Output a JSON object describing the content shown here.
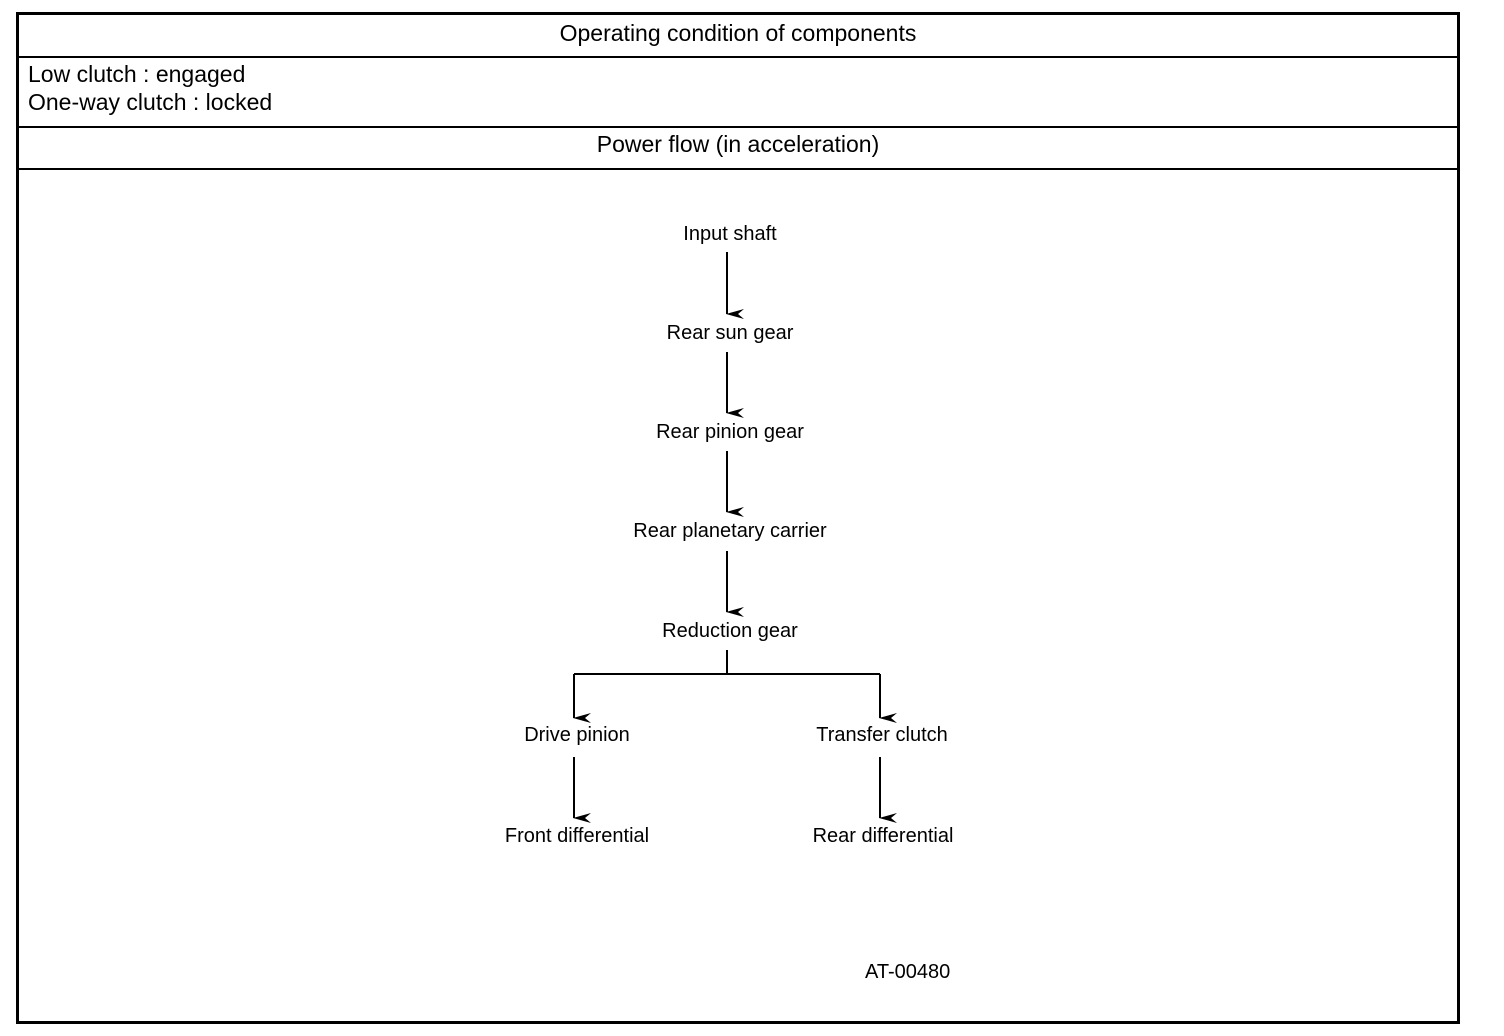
{
  "table": {
    "header_conditions": "Operating condition of components",
    "conditions": [
      "Low clutch : engaged",
      "One-way clutch : locked"
    ],
    "header_flow": "Power flow (in acceleration)"
  },
  "flow": {
    "nodes": {
      "input_shaft": "Input shaft",
      "rear_sun_gear": "Rear sun gear",
      "rear_pinion_gear": "Rear pinion gear",
      "rear_planetary_carrier": "Rear planetary carrier",
      "reduction_gear": "Reduction gear",
      "drive_pinion": "Drive pinion",
      "transfer_clutch": "Transfer clutch",
      "front_differential": "Front differential",
      "rear_differential": "Rear differential"
    },
    "edges": [
      [
        "input_shaft",
        "rear_sun_gear"
      ],
      [
        "rear_sun_gear",
        "rear_pinion_gear"
      ],
      [
        "rear_pinion_gear",
        "rear_planetary_carrier"
      ],
      [
        "rear_planetary_carrier",
        "reduction_gear"
      ],
      [
        "reduction_gear",
        "drive_pinion"
      ],
      [
        "reduction_gear",
        "transfer_clutch"
      ],
      [
        "drive_pinion",
        "front_differential"
      ],
      [
        "transfer_clutch",
        "rear_differential"
      ]
    ]
  },
  "figure_id": "AT-00480"
}
